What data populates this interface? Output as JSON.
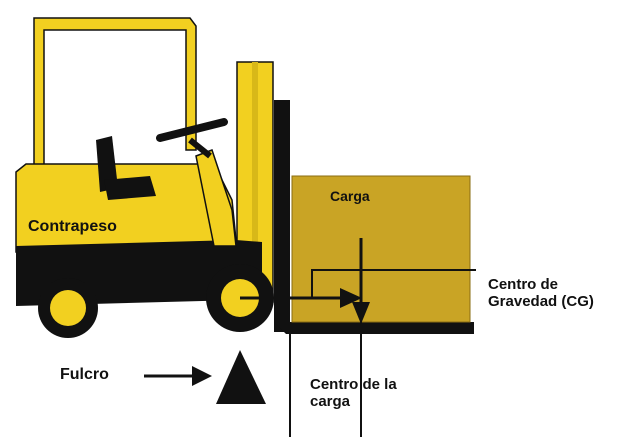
{
  "labels": {
    "counterweight": "Contrapeso",
    "load": "Carga",
    "cg_line1": "Centro de",
    "cg_line2": "Gravedad (CG)",
    "fulcrum": "Fulcro",
    "load_center_line1": "Centro de la",
    "load_center_line2": "carga"
  },
  "colors": {
    "body": "#F2D020",
    "load": "#C9A425",
    "dark": "#111111"
  }
}
